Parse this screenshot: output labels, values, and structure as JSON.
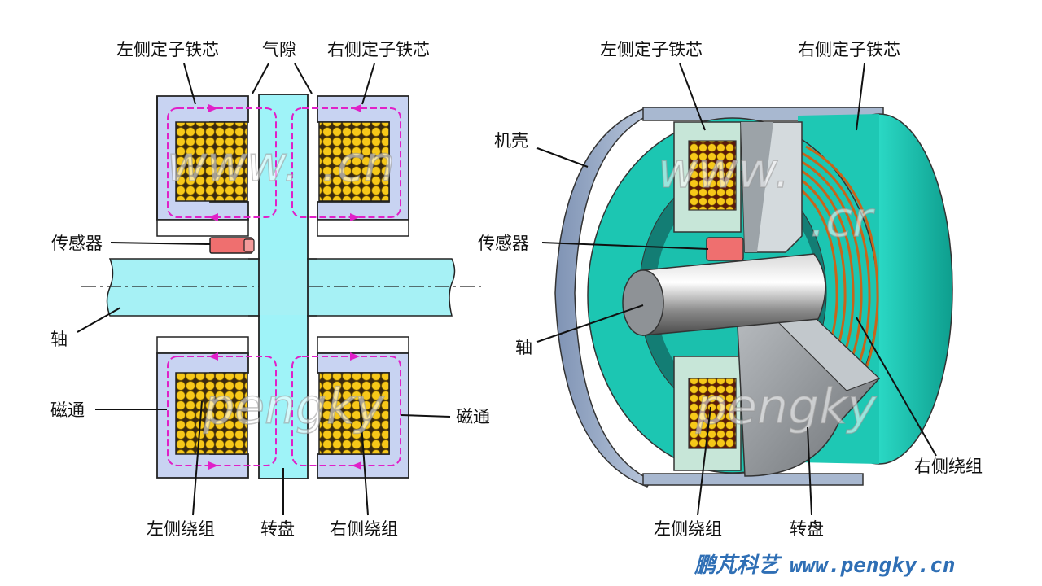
{
  "left": {
    "labels": {
      "left_stator_core": "左侧定子铁芯",
      "air_gap": "气隙",
      "right_stator_core": "右侧定子铁芯",
      "sensor": "传感器",
      "shaft": "轴",
      "flux_left": "磁通",
      "flux_right": "磁通",
      "left_winding": "左侧绕组",
      "rotor_disc": "转盘",
      "right_winding": "右侧绕组"
    }
  },
  "right": {
    "labels": {
      "left_stator_core": "左侧定子铁芯",
      "right_stator_core": "右侧定子铁芯",
      "housing": "机壳",
      "sensor": "传感器",
      "shaft": "轴",
      "right_winding": "右侧绕组",
      "left_winding": "左侧绕组",
      "rotor_disc": "转盘"
    }
  },
  "watermark": {
    "top_left": "www.",
    "top_left_2": ".cn",
    "bottom_left": "pengky",
    "top_right": "www.",
    "top_right_2": ".cr",
    "bottom_right": "pengky"
  },
  "footer": {
    "brand": "鹏芃科艺",
    "url": "www.pengky.cn"
  },
  "colors": {
    "stator": "#c8d3f2",
    "disc": "#9ff3f8",
    "coil": "#f5c518",
    "flux": "#e020c8",
    "sensor": "#ef6f6f",
    "housing_teal": "#18c4b0",
    "footer": "#2f6fb5"
  }
}
